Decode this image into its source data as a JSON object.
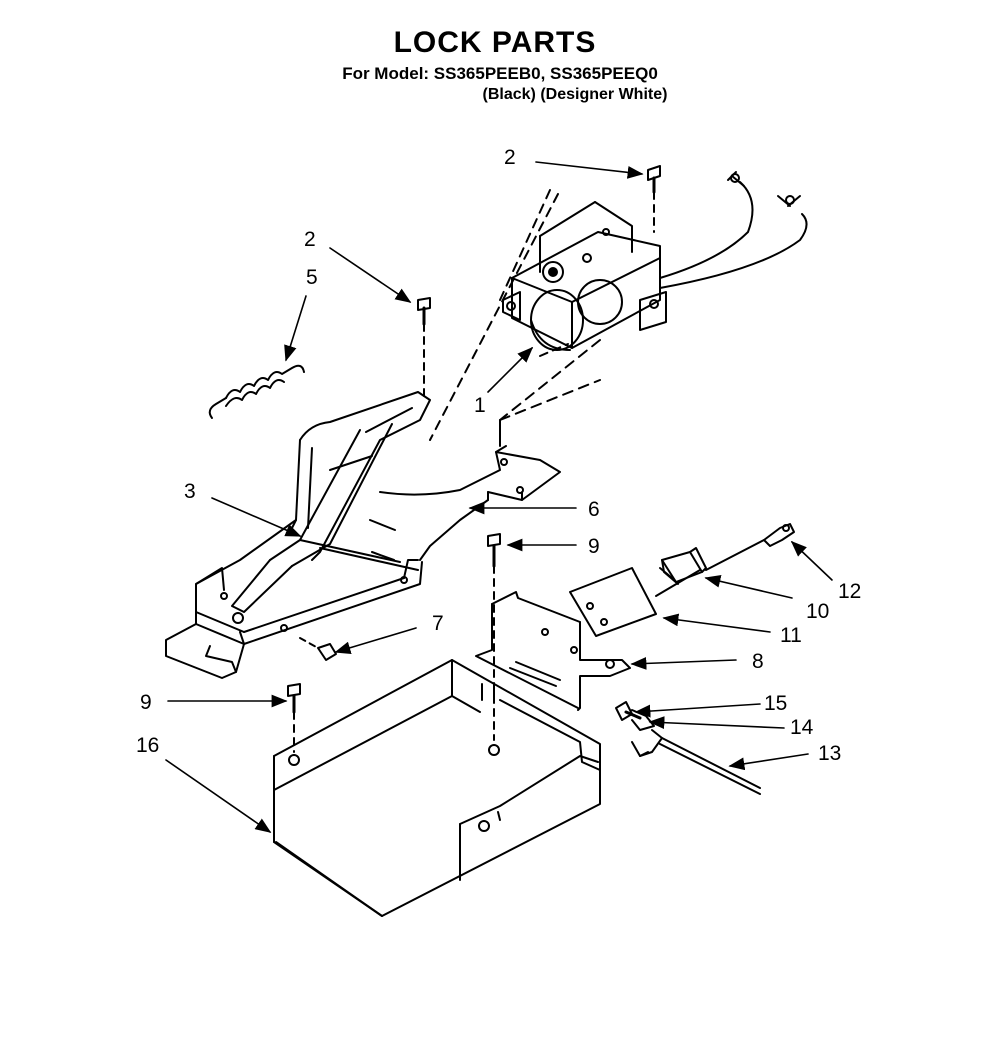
{
  "header": {
    "title": "LOCK PARTS",
    "model_line": "For Model: SS365PEEB0, SS365PEEQ0",
    "variant_line": "(Black)  (Designer White)"
  },
  "callouts": [
    {
      "id": "c1",
      "label": "1"
    },
    {
      "id": "c2a",
      "label": "2"
    },
    {
      "id": "c2b",
      "label": "2"
    },
    {
      "id": "c3",
      "label": "3"
    },
    {
      "id": "c5",
      "label": "5"
    },
    {
      "id": "c6",
      "label": "6"
    },
    {
      "id": "c7",
      "label": "7"
    },
    {
      "id": "c8",
      "label": "8"
    },
    {
      "id": "c9a",
      "label": "9"
    },
    {
      "id": "c9b",
      "label": "9"
    },
    {
      "id": "c10",
      "label": "10"
    },
    {
      "id": "c11",
      "label": "11"
    },
    {
      "id": "c12",
      "label": "12"
    },
    {
      "id": "c13",
      "label": "13"
    },
    {
      "id": "c14",
      "label": "14"
    },
    {
      "id": "c15",
      "label": "15"
    },
    {
      "id": "c16",
      "label": "16"
    }
  ]
}
